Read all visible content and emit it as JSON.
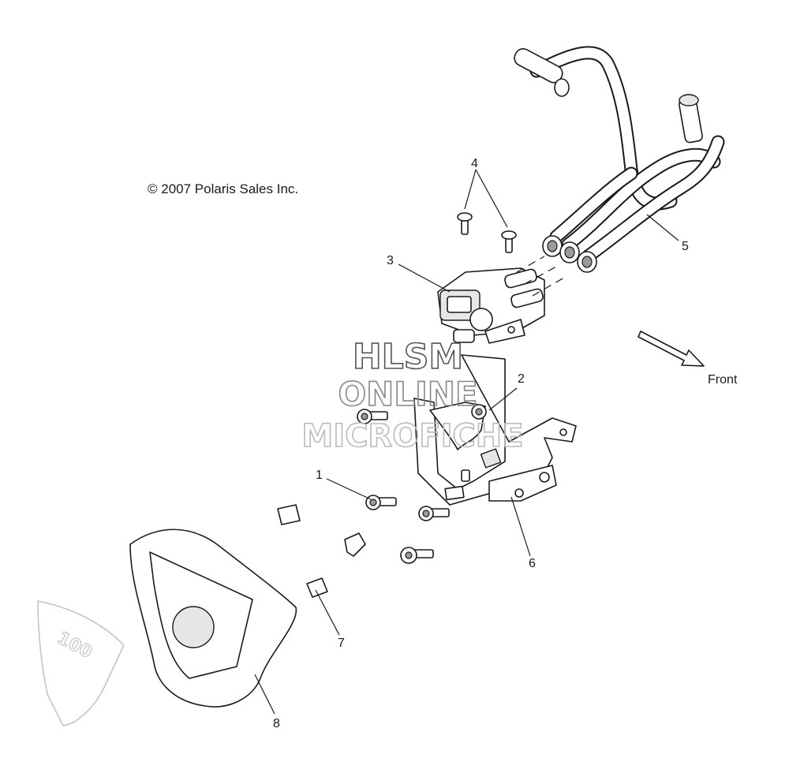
{
  "copyright": "© 2007 Polaris Sales Inc.",
  "direction_label": "Front",
  "callouts": [
    "1",
    "2",
    "3",
    "4",
    "5",
    "6",
    "7",
    "8"
  ],
  "watermark": {
    "line1": "HLSM",
    "line2": "ONLINE",
    "line3": "MICROFICHE",
    "colors": [
      "#555555",
      "#888888",
      "#bbbbbb"
    ]
  },
  "badge": "100",
  "colors": {
    "ink": "#1a1a1a",
    "paper": "#ffffff"
  }
}
